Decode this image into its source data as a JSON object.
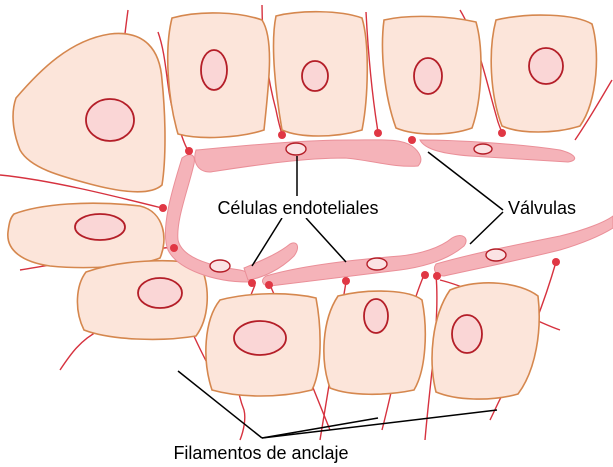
{
  "labels": {
    "endothelial_cells": "Células endoteliales",
    "valves": "Válvulas",
    "anchoring_filaments": "Filamentos de anclaje"
  },
  "colors": {
    "tissue_cell_fill": "#fce5da",
    "tissue_cell_outline": "#d5874e",
    "nucleus_outline": "#b41e28",
    "endothelial_fill": "#f5b3b9",
    "filament": "#d6323f"
  }
}
